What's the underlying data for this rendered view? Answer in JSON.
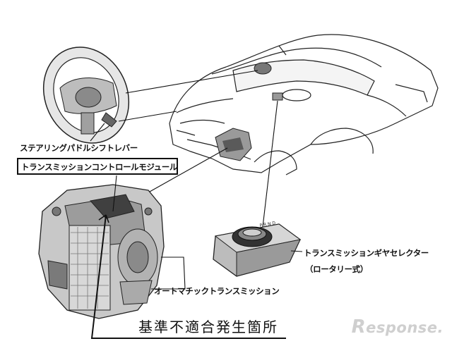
{
  "labels": {
    "paddle_lever": "ステアリングパドルシフトレバー",
    "tcm": "トランスミッションコントロールモジュール",
    "gear_selector": "トランスミッションギヤセレクター",
    "gear_selector_sub": "（ロータリー式）",
    "automatic_transmission": "オートマチックトランスミッション",
    "defect_location": "基準不適合発生箇所"
  },
  "watermark": {
    "initial": "R",
    "rest": "esponse."
  },
  "colors": {
    "line": "#111111",
    "part_shade": "#888888",
    "watermark": "#cfcfcf"
  }
}
